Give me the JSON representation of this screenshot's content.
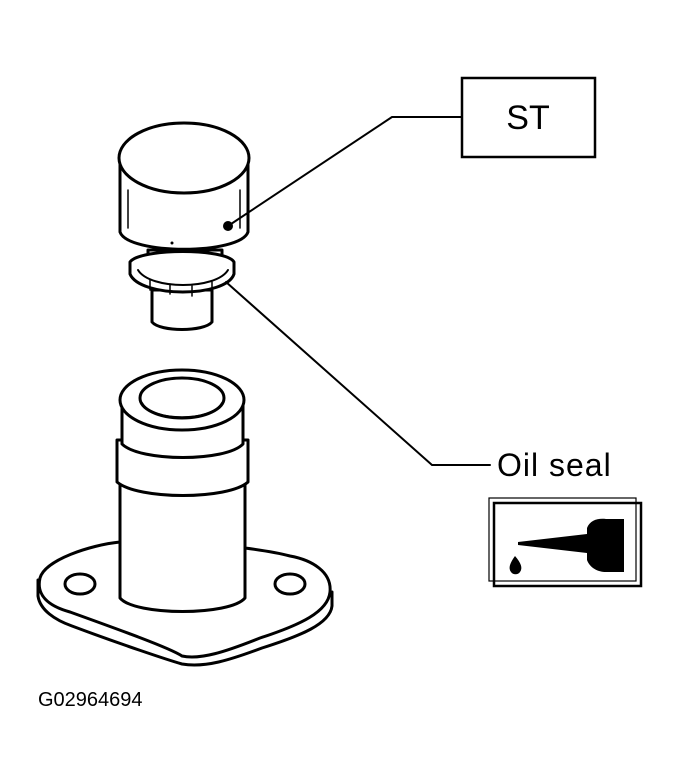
{
  "labels": {
    "special_tool": "ST",
    "oil_seal": "Oil seal"
  },
  "figure_code": "G02964694",
  "icons": {
    "oil_apply": "oil-can-icon"
  }
}
